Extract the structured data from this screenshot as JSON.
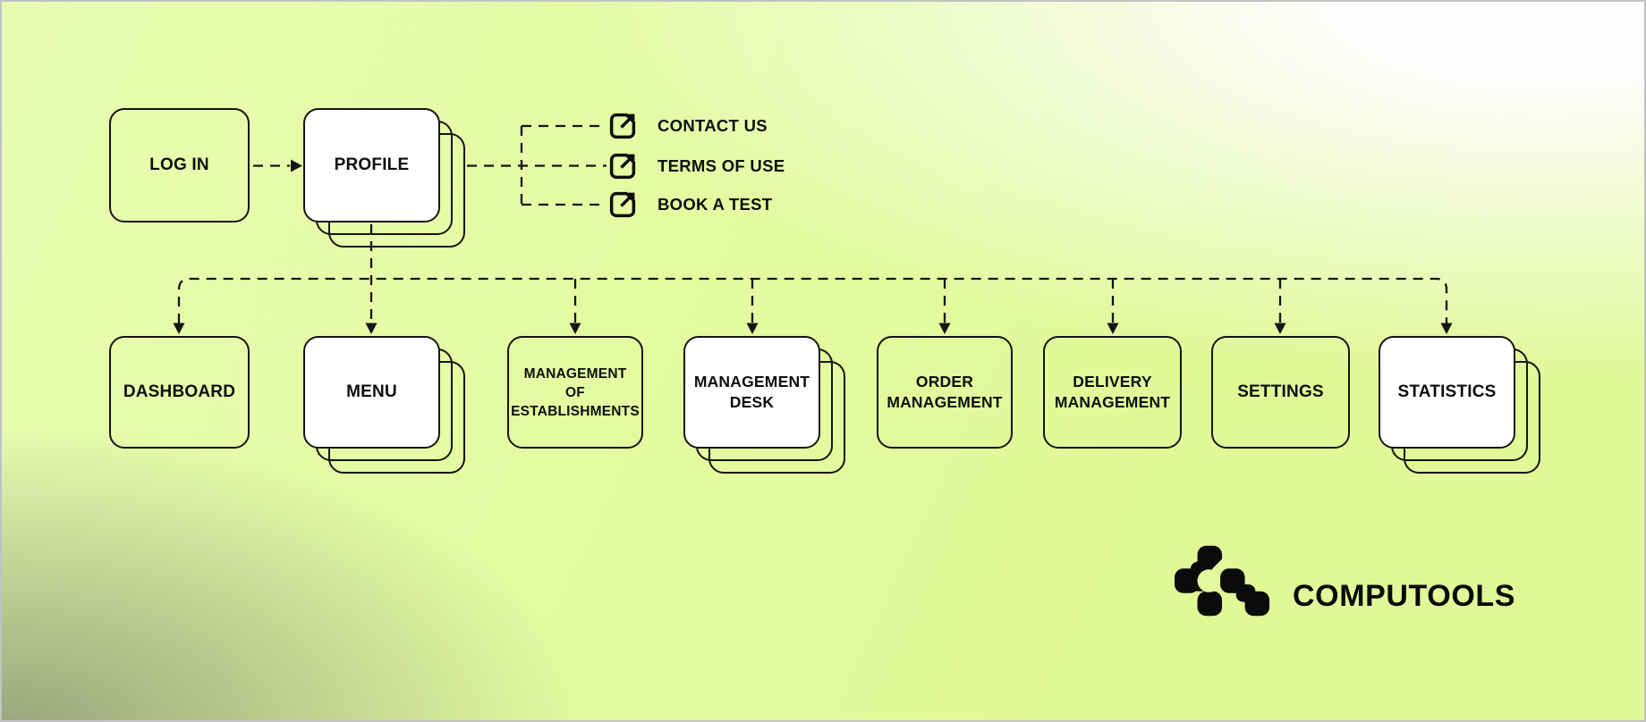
{
  "diagram": {
    "auth_flow": {
      "login": {
        "label": "LOG IN"
      },
      "profile": {
        "label": "PROFILE"
      }
    },
    "external_links": [
      {
        "label": "CONTACT US"
      },
      {
        "label": "TERMS OF USE"
      },
      {
        "label": "BOOK A TEST"
      }
    ],
    "modules": [
      {
        "label": "DASHBOARD",
        "lines": [
          "DASHBOARD"
        ],
        "stacked": false
      },
      {
        "label": "MENU",
        "lines": [
          "MENU"
        ],
        "stacked": true
      },
      {
        "label": "MANAGEMENT OF ESTABLISHMENTS",
        "lines": [
          "MANAGEMENT",
          "OF",
          "ESTABLISHMENTS"
        ],
        "stacked": false
      },
      {
        "label": "MANAGEMENT DESK",
        "lines": [
          "MANAGEMENT",
          "DESK"
        ],
        "stacked": true
      },
      {
        "label": "ORDER MANAGEMENT",
        "lines": [
          "ORDER",
          "MANAGEMENT"
        ],
        "stacked": false
      },
      {
        "label": "DELIVERY MANAGEMENT",
        "lines": [
          "DELIVERY",
          "MANAGEMENT"
        ],
        "stacked": false
      },
      {
        "label": "SETTINGS",
        "lines": [
          "SETTINGS"
        ],
        "stacked": false
      },
      {
        "label": "STATISTICS",
        "lines": [
          "STATISTICS"
        ],
        "stacked": true
      }
    ],
    "branding": {
      "logo_text": "COMPUTOOLS"
    },
    "colors": {
      "canvas_lime": "#e3fa9e",
      "node_fill_white": "#ffffff",
      "line_black": "#151515",
      "corner_gray": "#a9ae9f",
      "frame_border": "#c2c2c2"
    }
  }
}
